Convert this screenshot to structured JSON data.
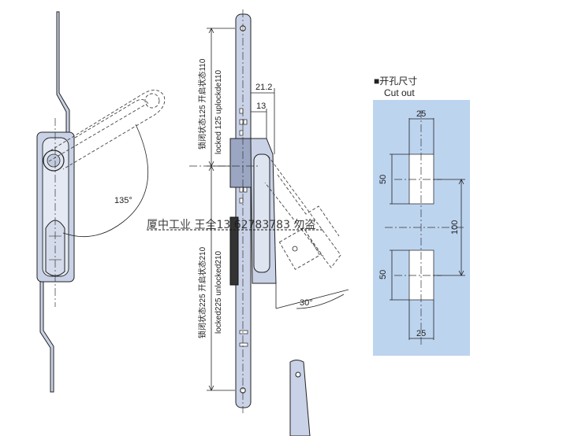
{
  "drawing": {
    "angle_open": "135°",
    "angle_30": "30°",
    "dim_21_2": "21.2",
    "dim_13": "13",
    "upper_label_cn": "锁闭状态125 开启状态110",
    "upper_label_en": "locked 125 uplockde110",
    "lower_label_cn": "锁闭状态225 开启状态210",
    "lower_label_en": "locked225 unlocked210",
    "watermark": "厦中工业 王全13 62783783 勿盗"
  },
  "cutout": {
    "title_cn": "■开孔尺寸",
    "title_en": "Cut out",
    "width_top": "25",
    "width_bottom": "25",
    "height_top": "50",
    "height_bottom": "50",
    "spacing": "100",
    "panel_color": "#bdd4ef"
  }
}
